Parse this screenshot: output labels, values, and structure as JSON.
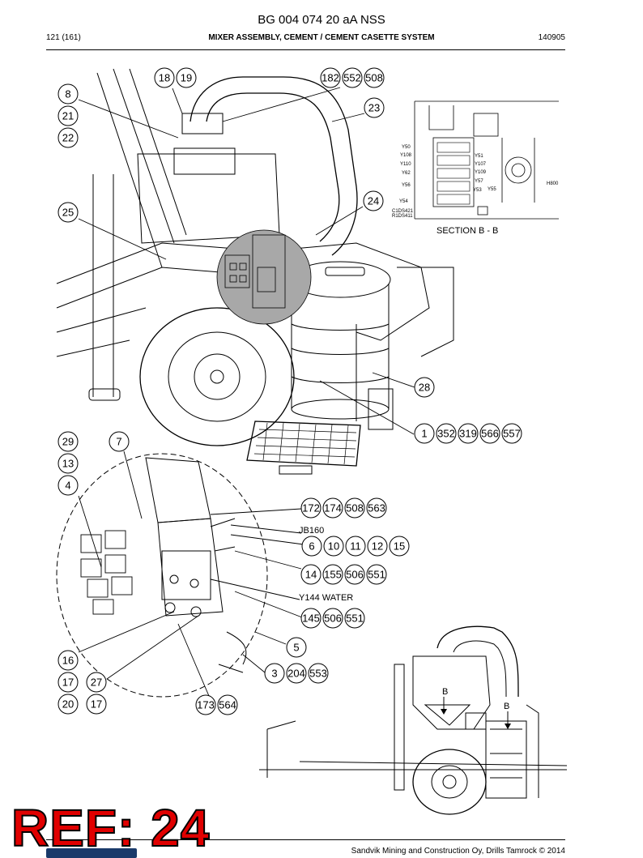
{
  "header": {
    "doc_title": "BG 004 074 20 aA NSS",
    "page_num": "121 (161)",
    "section_title": "MIXER ASSEMBLY, CEMENT / CEMENT CASETTE SYSTEM",
    "date": "140905"
  },
  "callouts": {
    "c8": "8",
    "c21": "21",
    "c22": "22",
    "c25": "25",
    "c18": "18",
    "c19": "19",
    "c182": "182",
    "c552": "552",
    "c508a": "508",
    "c23": "23",
    "c24": "24",
    "c28": "28",
    "c1": "1",
    "c352": "352",
    "c319": "319",
    "c566": "566",
    "c557": "557",
    "c29": "29",
    "c13": "13",
    "c4": "4",
    "c7": "7",
    "c172": "172",
    "c174": "174",
    "c508b": "508",
    "c563": "563",
    "c6": "6",
    "c10": "10",
    "c11": "11",
    "c12": "12",
    "c15": "15",
    "c14": "14",
    "c155": "155",
    "c506a": "506",
    "c551a": "551",
    "c145": "145",
    "c506b": "506",
    "c551b": "551",
    "c5": "5",
    "c3": "3",
    "c204": "204",
    "c553": "553",
    "c16": "16",
    "c17a": "17",
    "c27": "27",
    "c20": "20",
    "c17b": "17",
    "c173": "173",
    "c564": "564"
  },
  "text_labels": {
    "jb160": "JB160",
    "y144_water": "Y144 WATER",
    "section_bb": "SECTION B - B",
    "b_left": "B",
    "b_right": "B"
  },
  "section_labels": {
    "y50": "Y50",
    "y108": "Y108",
    "y110": "Y110",
    "y62": "Y62",
    "y56": "Y56",
    "y54": "Y54",
    "y51": "Y51",
    "y107": "Y107",
    "y109": "Y109",
    "y57": "Y57",
    "y53": "Y53",
    "y55": "Y55",
    "h800": "H800",
    "c1ds421": "C1DS421",
    "r1ds411": "R1DS411"
  },
  "footer": {
    "text": "Sandvik Mining and Construction Oy, Drills Tamrock © 2014"
  },
  "stamp": {
    "text": "REF: 24",
    "color": "#e00000"
  }
}
